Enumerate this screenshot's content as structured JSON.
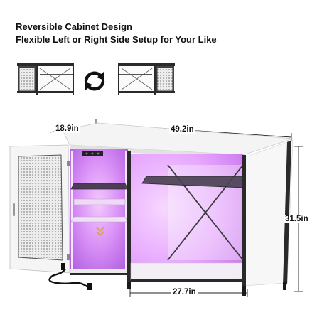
{
  "headline": {
    "line1": "Reversible Cabinet Design",
    "line2": "Flexible Left or Right Side Setup for Your Like"
  },
  "dimensions": {
    "depth": "18.9in",
    "width": "49.2in",
    "height": "31.5in",
    "inner_width": "27.7in"
  },
  "icons": {
    "swap": "rotate-arrows-icon"
  },
  "colors": {
    "led_glow": "#d95cff",
    "frame": "#2a2a2a",
    "panel": "#f2f2f2",
    "mesh": "#6b6b6b"
  }
}
